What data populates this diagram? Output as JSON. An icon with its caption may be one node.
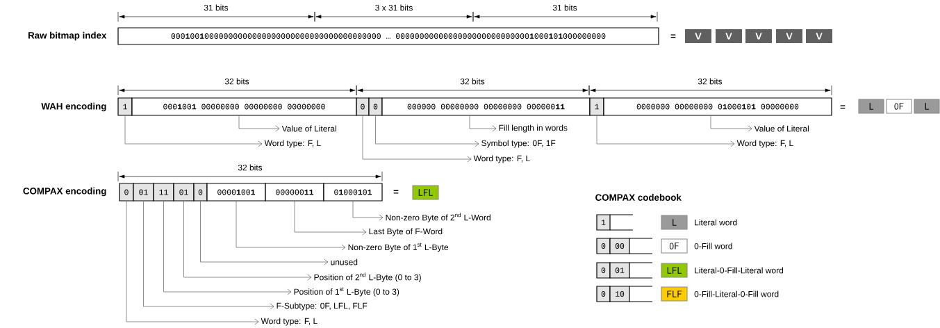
{
  "diagram": {
    "nodes": [
      {
        "text": [
          "000**1**00**1**0000000000000000000000000000000000000 … 0000000000000000000000000000**1**000**1**0**1**000000000"
        ]
      },
      {
        "text": [
          "V"
        ]
      },
      {
        "text": [
          "V"
        ]
      },
      {
        "text": [
          "V"
        ]
      },
      {
        "text": [
          "V"
        ]
      },
      {
        "text": [
          "V"
        ]
      },
      {
        "text": [
          "1"
        ]
      },
      {
        "text": [
          "000**1**00**1** 00000000 00000000 00000000"
        ]
      },
      {
        "text": [
          "0"
        ]
      },
      {
        "text": [
          "0"
        ]
      },
      {
        "text": [
          "000000 00000000 00000000 000000**11**"
        ]
      },
      {
        "text": [
          "1"
        ]
      },
      {
        "text": [
          "0000000 00000000 0**1**000**1**0**1** 00000000"
        ]
      },
      {
        "text": [
          "L"
        ]
      },
      {
        "text": [
          "0F"
        ]
      },
      {
        "text": [
          "L"
        ]
      },
      {
        "text": [
          "Value of Literal"
        ]
      },
      {
        "text": [
          "Fill length in words"
        ]
      },
      {
        "text": [
          "Value of Literal"
        ]
      },
      {
        "text": [
          "Word type: F, L"
        ]
      },
      {
        "text": [
          "Symbol type: 0F, 1F"
        ]
      },
      {
        "text": [
          "Word type: F, L"
        ]
      },
      {
        "text": [
          "Word type: F, L"
        ]
      },
      {
        "text": [
          "0"
        ]
      },
      {
        "text": [
          "01"
        ]
      },
      {
        "text": [
          "11"
        ]
      },
      {
        "text": [
          "01"
        ]
      },
      {
        "text": [
          "0"
        ]
      },
      {
        "text": [
          "0000**1**00**1**"
        ]
      },
      {
        "text": [
          "000000**11**"
        ]
      },
      {
        "text": [
          "0**1**000**1**0**1**"
        ]
      },
      {
        "text": [
          "LFL"
        ]
      },
      {
        "text": [
          "Non-zero Byte of 2$^{nd}$ L-Word"
        ]
      },
      {
        "text": [
          "Last Byte of F-Word"
        ]
      },
      {
        "text": [
          "Non-zero Byte of 1$^{st}$ L-Byte"
        ]
      },
      {
        "text": [
          "unused"
        ]
      },
      {
        "text": [
          "Position of 2$^{nd}$ L-Byte (0 to 3)"
        ]
      },
      {
        "text": [
          "Position of 1$^{st}$ L-Byte (0 to 3)"
        ]
      },
      {
        "text": [
          "F-Subtype: 0F, LFL, FLF"
        ]
      },
      {
        "text": [
          "Word type: F, L"
        ]
      },
      {
        "text": [
          "1"
        ]
      },
      {
        "text": [
          "L"
        ],
        "beside": [
          "Literal word"
        ]
      },
      {
        "text": [
          "0"
        ]
      },
      {
        "text": [
          "00"
        ]
      },
      {
        "text": [
          "0F"
        ],
        "beside": [
          "0-Fill word"
        ]
      },
      {
        "text": [
          "0"
        ]
      },
      {
        "text": [
          "01"
        ]
      },
      {
        "text": [
          "LFL"
        ],
        "beside": [
          "Literal-0-Fill-Literal word"
        ]
      },
      {
        "text": [
          "0"
        ]
      },
      {
        "text": [
          "10"
        ]
      },
      {
        "text": [
          "FLF"
        ],
        "beside": [
          "0-Fill-Literal-0-Fill word"
        ]
      }
    ],
    "edges": [
      {
        "from": 7,
        "to": 16,
        "arrow": "to"
      },
      {
        "from": 10,
        "to": 17,
        "arrow": "to"
      },
      {
        "from": 12,
        "to": 18,
        "arrow": "to"
      },
      {
        "from": 6,
        "to": 19,
        "arrow": "to"
      },
      {
        "from": 9,
        "to": 20,
        "arrow": "to"
      },
      {
        "from": 11,
        "to": 21,
        "arrow": "to"
      },
      {
        "from": 8,
        "to": 22,
        "arrow": "to"
      },
      {
        "from": 30,
        "to": 32,
        "arrow": "to"
      },
      {
        "from": 29,
        "to": 33,
        "arrow": "to"
      },
      {
        "from": 28,
        "to": 34,
        "arrow": "to"
      },
      {
        "from": 27,
        "to": 35,
        "arrow": "to"
      },
      {
        "from": 26,
        "to": 36,
        "arrow": "to"
      },
      {
        "from": 25,
        "to": 37,
        "arrow": "to"
      },
      {
        "from": 24,
        "to": 38,
        "arrow": "to"
      },
      {
        "from": 23,
        "to": 39,
        "arrow": "to"
      }
    ],
    "labels": [
      "31 bits",
      "3 x 31 bits",
      "31 bits",
      "Raw bitmap index",
      "=",
      "32 bits",
      "32 bits",
      "32 bits",
      "WAH encoding",
      "=",
      "32 bits",
      "COMPAX encoding",
      "=",
      "COMPAX codebook"
    ]
  }
}
